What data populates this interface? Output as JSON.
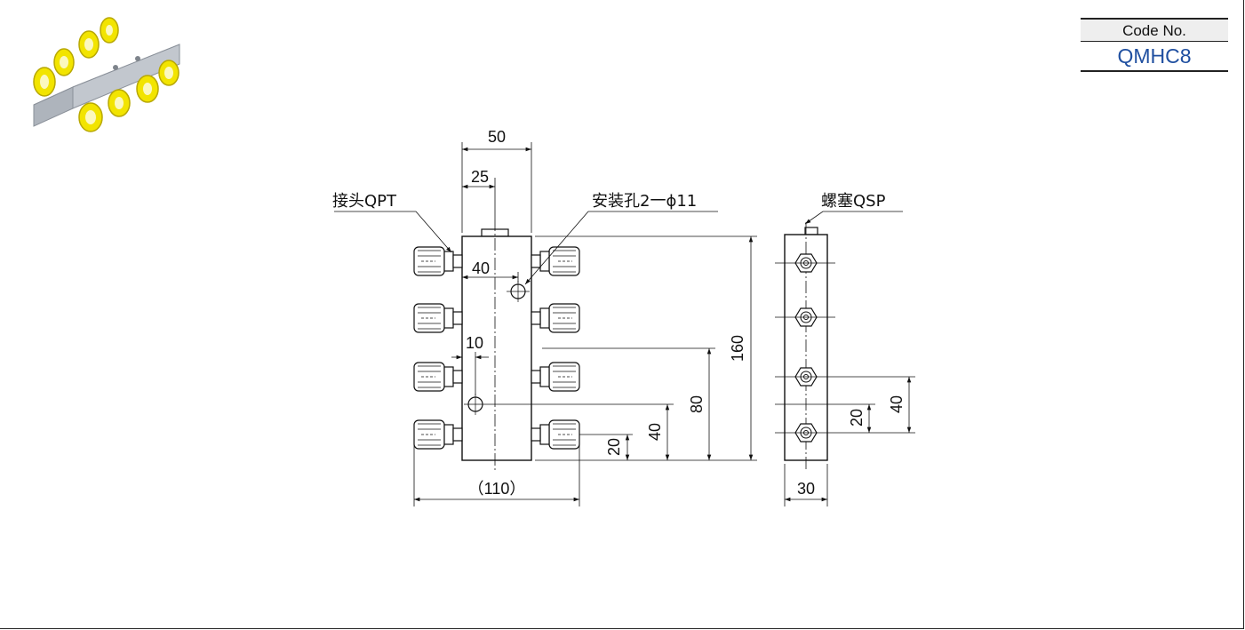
{
  "code_block": {
    "label": "Code No.",
    "value": "QMHC8",
    "value_color": "#1f4fa0"
  },
  "product_photo": {
    "icon": "manifold-block-photo-icon",
    "body_color": "#c8ccd2",
    "cap_color": "#f2e400"
  },
  "callouts": {
    "connector": "接头QPT",
    "mounting_hole": "安装孔2一ϕ11",
    "plug": "螺塞QSP"
  },
  "dimensions": {
    "width_total": "50",
    "width_half": "25",
    "hole_offset_40": "40",
    "hole_offset_10": "10",
    "height_160": "160",
    "height_80": "80",
    "height_40": "40",
    "height_20": "20",
    "overall_110": "（110）",
    "side_width_30": "30",
    "side_20": "20",
    "side_40": "40"
  }
}
